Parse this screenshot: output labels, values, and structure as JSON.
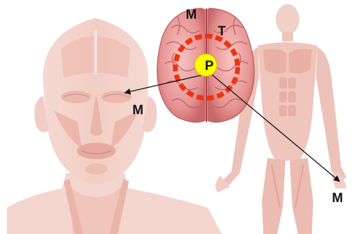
{
  "labels": {
    "brain_top": "M",
    "brain_right": "T",
    "center": "P",
    "face": "M",
    "hand": "M"
  },
  "colors": {
    "background": "#ffffff",
    "skin": "#f4d6cd",
    "muscle": "#e8a396",
    "muscle_dark": "#d9867a",
    "brain": "#e89a98",
    "brain_dark": "#c0565a",
    "ring": "#ee3311",
    "center_dot": "#ffff00",
    "arrow": "#111111"
  },
  "icons": {
    "head": "muscular-head-illustration",
    "body": "muscular-body-illustration",
    "brain": "brain-top-view-illustration"
  }
}
